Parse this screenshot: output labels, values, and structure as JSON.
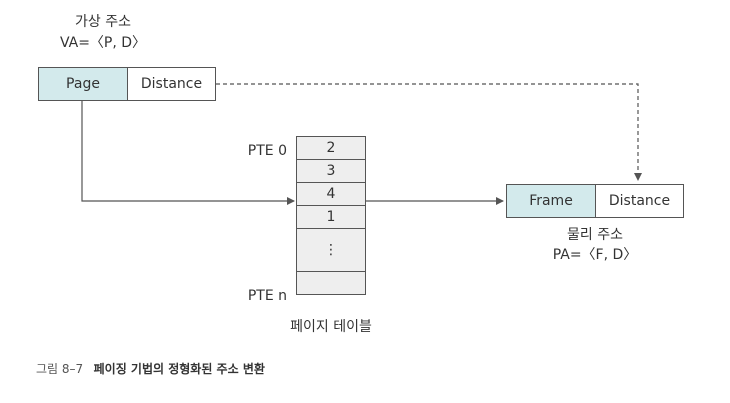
{
  "virtual_address": {
    "title": "가상 주소",
    "formula": "VA=〈P, D〉",
    "cells": [
      "Page",
      "Distance"
    ]
  },
  "page_table": {
    "first_label": "PTE 0",
    "last_label": "PTE n",
    "entries": [
      "2",
      "3",
      "4",
      "1",
      "⋮",
      ""
    ],
    "title": "페이지 테이블"
  },
  "physical_address": {
    "cells": [
      "Frame",
      "Distance"
    ],
    "title": "물리 주소",
    "formula": "PA=〈F, D〉"
  },
  "caption": {
    "label": "그림 8–7",
    "title": "페이징 기법의 정형화된 주소 변환"
  },
  "colors": {
    "address_cell_fill": "#d3eaec",
    "table_fill": "#eeeeee",
    "border": "#555555"
  }
}
